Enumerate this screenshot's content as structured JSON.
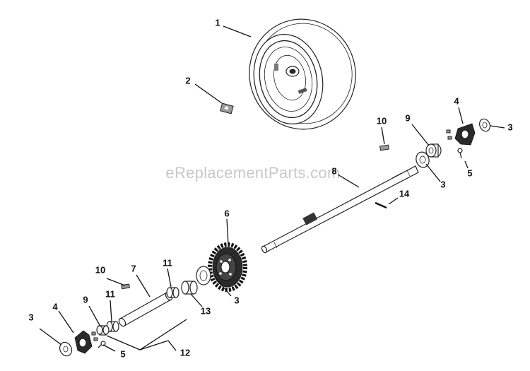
{
  "watermark": "eReplacementParts.com",
  "callouts": [
    {
      "id": "c1",
      "label": "1"
    },
    {
      "id": "c2",
      "label": "2"
    },
    {
      "id": "c3a",
      "label": "3"
    },
    {
      "id": "c3b",
      "label": "3"
    },
    {
      "id": "c3c",
      "label": "3"
    },
    {
      "id": "c3d",
      "label": "3"
    },
    {
      "id": "c4a",
      "label": "4"
    },
    {
      "id": "c4b",
      "label": "4"
    },
    {
      "id": "c5a",
      "label": "5"
    },
    {
      "id": "c5b",
      "label": "5"
    },
    {
      "id": "c6",
      "label": "6"
    },
    {
      "id": "c7",
      "label": "7"
    },
    {
      "id": "c8",
      "label": "8"
    },
    {
      "id": "c9a",
      "label": "9"
    },
    {
      "id": "c9b",
      "label": "9"
    },
    {
      "id": "c10a",
      "label": "10"
    },
    {
      "id": "c10b",
      "label": "10"
    },
    {
      "id": "c11a",
      "label": "11"
    },
    {
      "id": "c11b",
      "label": "11"
    },
    {
      "id": "c12",
      "label": "12"
    },
    {
      "id": "c13",
      "label": "13"
    },
    {
      "id": "c14",
      "label": "14"
    }
  ]
}
